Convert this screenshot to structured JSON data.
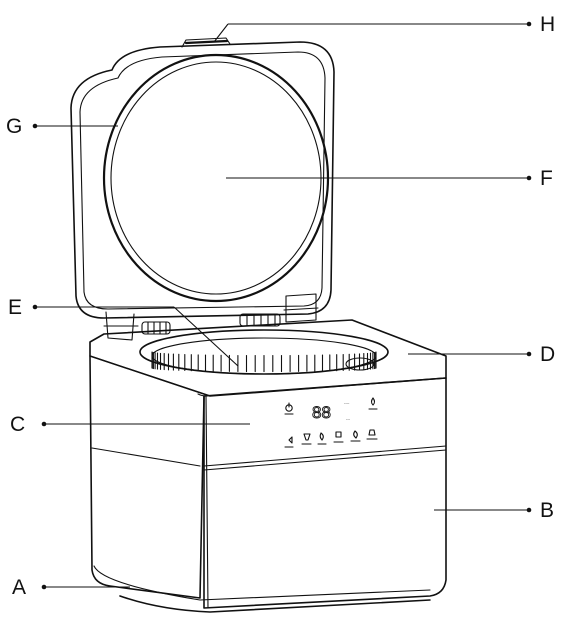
{
  "diagram": {
    "callouts": [
      {
        "id": "A",
        "label": "A"
      },
      {
        "id": "B",
        "label": "B"
      },
      {
        "id": "C",
        "label": "C"
      },
      {
        "id": "D",
        "label": "D"
      },
      {
        "id": "E",
        "label": "E"
      },
      {
        "id": "F",
        "label": "F"
      },
      {
        "id": "G",
        "label": "G"
      },
      {
        "id": "H",
        "label": "H"
      }
    ],
    "panel": {
      "display": "88",
      "display_suffix_top": "----",
      "display_suffix_bottom": "---"
    },
    "colors": {
      "line": "#111111",
      "background": "#ffffff"
    }
  }
}
